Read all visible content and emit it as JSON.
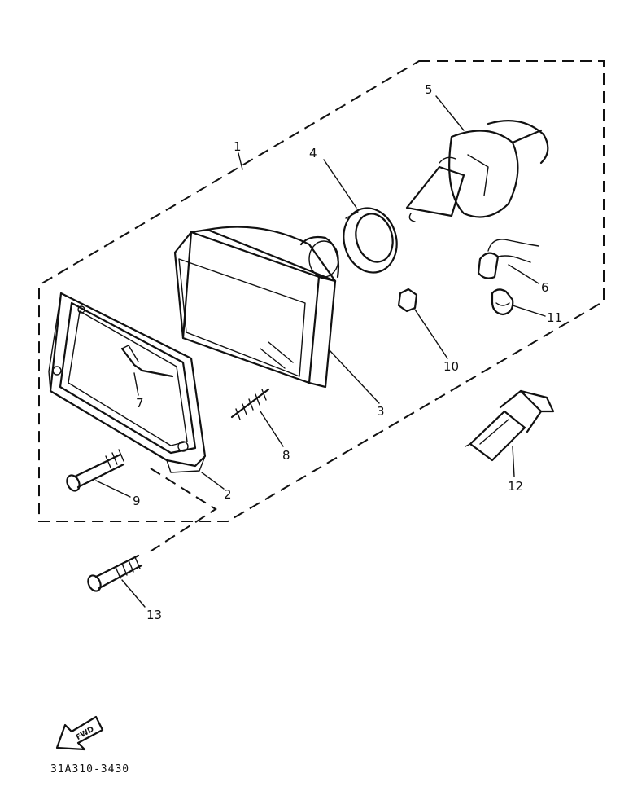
{
  "diagram": {
    "callouts": [
      {
        "label": "1"
      },
      {
        "label": "2"
      },
      {
        "label": "3"
      },
      {
        "label": "4"
      },
      {
        "label": "5"
      },
      {
        "label": "6"
      },
      {
        "label": "7"
      },
      {
        "label": "8"
      },
      {
        "label": "9"
      },
      {
        "label": "10"
      },
      {
        "label": "11"
      },
      {
        "label": "12"
      },
      {
        "label": "13"
      }
    ],
    "direction_badge": "FWD",
    "drawing_code": "31A310-3430"
  }
}
